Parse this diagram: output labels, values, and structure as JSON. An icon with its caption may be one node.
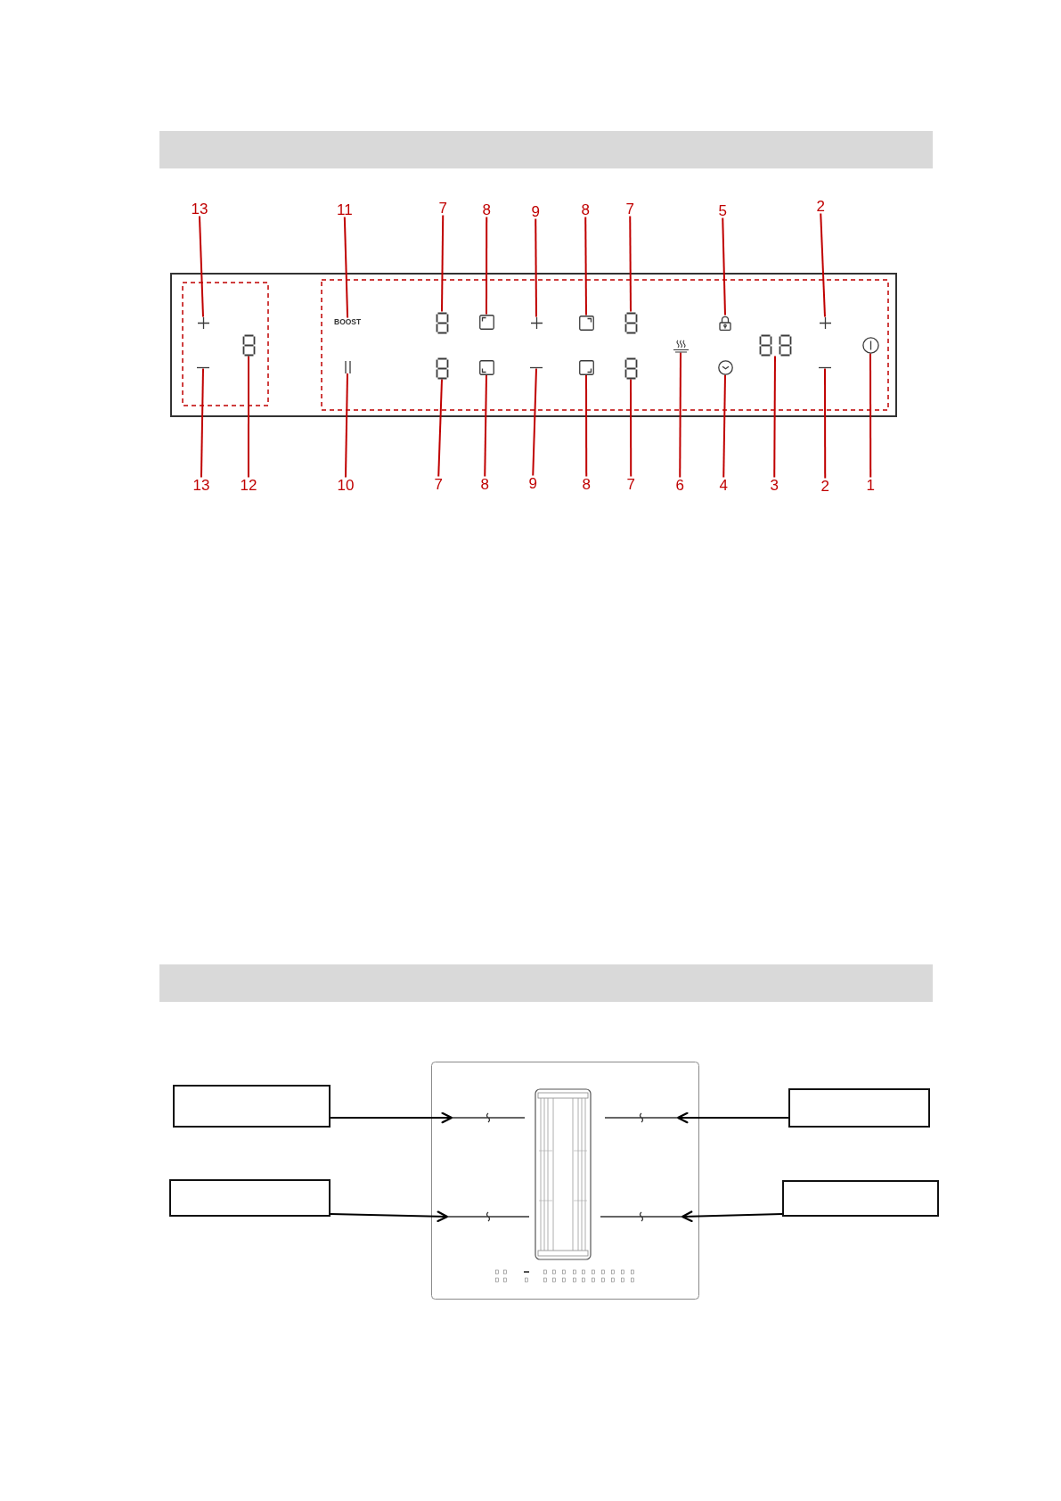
{
  "diagram": {
    "nodes": [
      {
        "text": [
          "13"
        ]
      },
      {
        "text": [
          "11"
        ]
      },
      {
        "text": [
          "7"
        ]
      },
      {
        "text": [
          "8"
        ]
      },
      {
        "text": [
          "9"
        ]
      },
      {
        "text": [
          "8"
        ]
      },
      {
        "text": [
          "7"
        ]
      },
      {
        "text": [
          "5"
        ]
      },
      {
        "text": [
          "2"
        ]
      },
      {
        "text": [],
        "shape": "picture"
      },
      {
        "text": [
          "BOOST"
        ]
      },
      {
        "text": [],
        "shape": "picture"
      },
      {
        "text": [],
        "shape": "picture"
      },
      {
        "text": [],
        "shape": "picture"
      },
      {
        "text": [],
        "shape": "picture"
      },
      {
        "text": [],
        "shape": "picture"
      },
      {
        "text": [],
        "shape": "picture"
      },
      {
        "text": [],
        "shape": "picture"
      },
      {
        "text": [],
        "shape": "picture"
      },
      {
        "text": [],
        "shape": "picture"
      },
      {
        "text": [],
        "shape": "picture"
      },
      {
        "text": [],
        "shape": "picture"
      },
      {
        "text": [],
        "shape": "picture"
      },
      {
        "text": [],
        "shape": "picture"
      },
      {
        "text": [],
        "shape": "picture"
      },
      {
        "text": [],
        "shape": "picture"
      },
      {
        "text": [],
        "shape": "picture"
      },
      {
        "text": [],
        "shape": "picture"
      },
      {
        "text": [],
        "shape": "picture"
      },
      {
        "text": [],
        "shape": "picture"
      },
      {
        "text": [],
        "shape": "picture"
      },
      {
        "text": [
          "13"
        ]
      },
      {
        "text": [
          "12"
        ]
      },
      {
        "text": [
          "10"
        ]
      },
      {
        "text": [
          "7"
        ]
      },
      {
        "text": [
          "8"
        ]
      },
      {
        "text": [
          "9"
        ]
      },
      {
        "text": [
          "8"
        ]
      },
      {
        "text": [
          "7"
        ]
      },
      {
        "text": [
          "6"
        ]
      },
      {
        "text": [
          "4"
        ]
      },
      {
        "text": [
          "3"
        ]
      },
      {
        "text": [
          "2"
        ]
      },
      {
        "text": [
          "1"
        ]
      },
      {
        "text": [],
        "shape": "box"
      },
      {
        "text": [],
        "shape": "picture"
      },
      {
        "text": [],
        "shape": "picture"
      },
      {
        "text": [],
        "shape": "box"
      },
      {
        "text": [],
        "shape": "box"
      },
      {
        "text": [],
        "shape": "picture"
      },
      {
        "text": [],
        "shape": "picture"
      },
      {
        "text": [],
        "shape": "box"
      }
    ],
    "edges": [
      {
        "from": 0,
        "to": 9,
        "arrow": "none"
      },
      {
        "from": 1,
        "to": 10,
        "arrow": "none"
      },
      {
        "from": 2,
        "to": 11,
        "arrow": "none"
      },
      {
        "from": 3,
        "to": 12,
        "arrow": "none"
      },
      {
        "from": 4,
        "to": 13,
        "arrow": "none"
      },
      {
        "from": 5,
        "to": 14,
        "arrow": "none"
      },
      {
        "from": 6,
        "to": 15,
        "arrow": "none"
      },
      {
        "from": 7,
        "to": 16,
        "arrow": "none"
      },
      {
        "from": 8,
        "to": 17,
        "arrow": "none"
      },
      {
        "from": 31,
        "to": 22,
        "arrow": "none"
      },
      {
        "from": 32,
        "to": 18,
        "arrow": "none"
      },
      {
        "from": 33,
        "to": 23,
        "arrow": "none"
      },
      {
        "from": 34,
        "to": 24,
        "arrow": "none"
      },
      {
        "from": 35,
        "to": 25,
        "arrow": "none"
      },
      {
        "from": 36,
        "to": 26,
        "arrow": "none"
      },
      {
        "from": 37,
        "to": 27,
        "arrow": "none"
      },
      {
        "from": 38,
        "to": 28,
        "arrow": "none"
      },
      {
        "from": 39,
        "to": 19,
        "arrow": "none"
      },
      {
        "from": 40,
        "to": 29,
        "arrow": "none"
      },
      {
        "from": 41,
        "to": 20,
        "arrow": "none"
      },
      {
        "from": 42,
        "to": 30,
        "arrow": "none"
      },
      {
        "from": 43,
        "to": 21,
        "arrow": "none"
      },
      {
        "from": 44,
        "to": 45,
        "arrow": "to",
        "color": "#000000"
      },
      {
        "from": 47,
        "to": 46,
        "arrow": "to",
        "color": "#000000"
      },
      {
        "from": 48,
        "to": 49,
        "arrow": "to",
        "color": "#000000"
      },
      {
        "from": 51,
        "to": 50,
        "arrow": "to",
        "color": "#000000"
      }
    ]
  }
}
